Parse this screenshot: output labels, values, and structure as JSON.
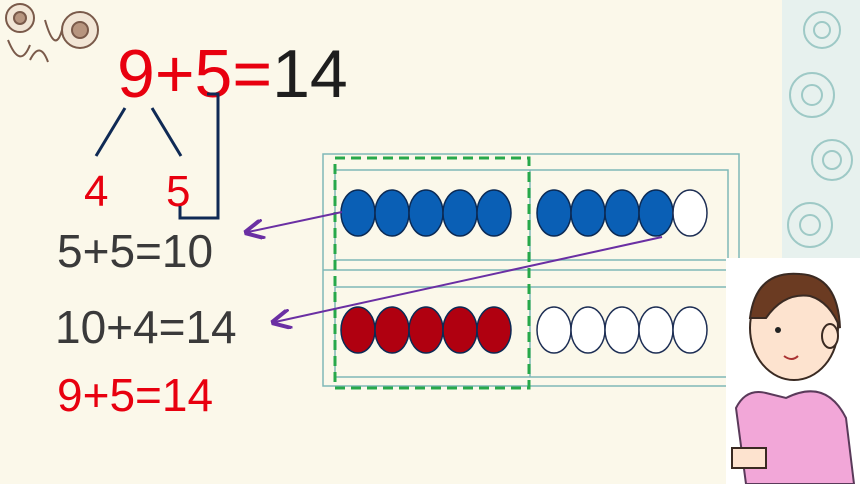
{
  "equation_top": {
    "left": "9+5=",
    "result": "14"
  },
  "split": {
    "first": "4",
    "second": "5"
  },
  "steps": [
    {
      "text": "5+5=10"
    },
    {
      "text": "10+4=14"
    },
    {
      "text": "9+5=14"
    }
  ],
  "frame": {
    "top_row": {
      "filled": 9,
      "total": 10,
      "color": "#0a5fb5"
    },
    "bottom_row": {
      "filled": 5,
      "total": 10,
      "color": "#b00010"
    }
  },
  "colors": {
    "accent_red": "#e8000f",
    "blue": "#0a5fb5",
    "maroon": "#b00010",
    "frame_line": "#7fb8b8",
    "dash_green": "#27a84a",
    "arrow_purple": "#6a2fa3"
  }
}
